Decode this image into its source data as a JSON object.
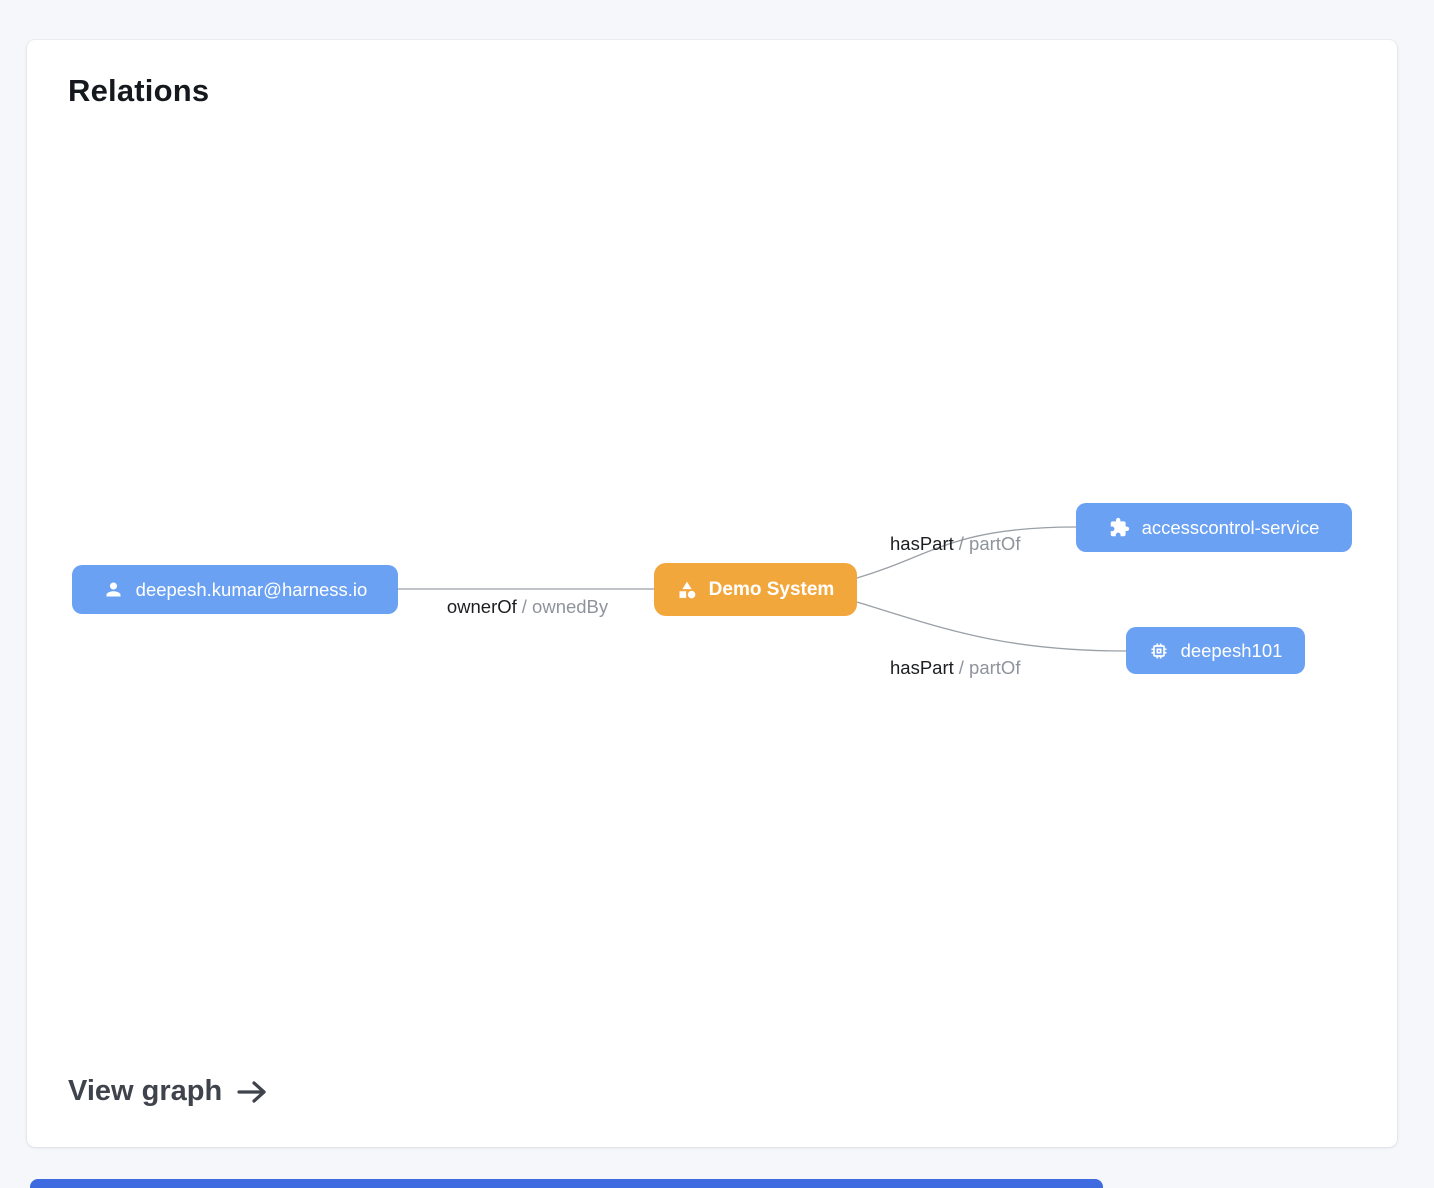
{
  "card": {
    "title": "Relations",
    "view_graph_label": "View graph"
  },
  "graph": {
    "nodes": [
      {
        "id": "user",
        "label": "deepesh.kumar@harness.io",
        "icon": "person-icon",
        "color": "#6ba1f2"
      },
      {
        "id": "system",
        "label": "Demo System",
        "icon": "category-icon",
        "color": "#f2a73d"
      },
      {
        "id": "service",
        "label": "accesscontrol-service",
        "icon": "puzzle-icon",
        "color": "#6ba1f2"
      },
      {
        "id": "component",
        "label": "deepesh101",
        "icon": "chip-icon",
        "color": "#6ba1f2"
      }
    ],
    "edges": [
      {
        "from": "user",
        "to": "system",
        "primary": "ownerOf",
        "secondary": "/ ownedBy"
      },
      {
        "from": "system",
        "to": "service",
        "primary": "hasPart",
        "secondary": "/ partOf"
      },
      {
        "from": "system",
        "to": "component",
        "primary": "hasPart",
        "secondary": "/ partOf"
      }
    ]
  },
  "colors": {
    "page_background": "#f5f7fb",
    "card_background": "#ffffff",
    "node_blue": "#6ba1f2",
    "node_orange": "#f2a73d",
    "edge_line": "#9aa0a6",
    "edge_label_primary": "#1c1e21",
    "edge_label_secondary": "#8f949c",
    "bottom_bar_blue": "#3e6be0"
  }
}
